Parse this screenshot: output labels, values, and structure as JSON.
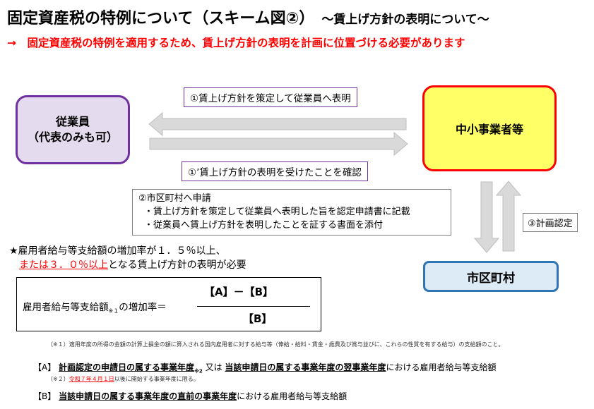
{
  "title": {
    "main": "固定資産税の特例について（スキーム図②）",
    "sub": "～賃上げ方針の表明について～"
  },
  "subtitle": "→　固定資産税の特例を適用するため、賃上げ方針の表明を計画に位置づける必要があります",
  "nodes": {
    "employee_line1": "従業員",
    "employee_line2": "（代表のみも可）",
    "sme": "中小事業者等",
    "city": "市区町村"
  },
  "labels": {
    "step1": "①賃上げ方針を策定して従業員へ表明",
    "step1_confirm": "①’賃上げ方針の表明を受けたことを確認",
    "step3": "③計画認定"
  },
  "application": {
    "heading": "②市区町村へ申請",
    "bullet1": "・賃上げ方針を策定して従業員へ表明した旨を認定申請書に記載",
    "bullet2": "・従業員へ賃上げ方針を表明したことを証する書面を添付"
  },
  "requirement": {
    "line1": "★雇用者給与等支給額の増加率が１．５％以上、",
    "line2_red": "または３．０％以上",
    "line2_rest": "となる賃上げ方針の表明が必要"
  },
  "formula": {
    "left_text": "雇用者給与等支給額",
    "left_note": "※１",
    "left_suffix": "の増加率＝",
    "numerator": "【A】－【B】",
    "denominator": "【B】"
  },
  "notes": {
    "note1": "（※１）適用年度の所得の金額の計算上損金の額に算入される国内雇用者に対する給与等（俸給・給料・賃金・歳費及び賞与並びに、これらの性質を有する給与）の支給額のこと。",
    "a_prefix": "【A】",
    "a_bold1": "計画認定の申請日の属する事業年度",
    "a_note": "※2",
    "a_mid": "又は",
    "a_bold2": "当該申請日の属する事業年度の翌事業年度",
    "a_suffix": "における雇用者給与等支給額",
    "note2_prefix": "（※２）",
    "note2_red": "令和７年４月１日",
    "note2_suffix": "以後に開始する事業年度に限る。",
    "b_prefix": "【B】",
    "b_bold": "当該申請日の属する事業年度の直前の事業年度",
    "b_suffix": "における雇用者給与等支給額"
  },
  "colors": {
    "accent_red": "#ff0000",
    "employee_border": "#7030a0",
    "sme_fill": "#ffff66",
    "city_border": "#2e75b6",
    "arrow_gray": "#d9d9d9"
  }
}
